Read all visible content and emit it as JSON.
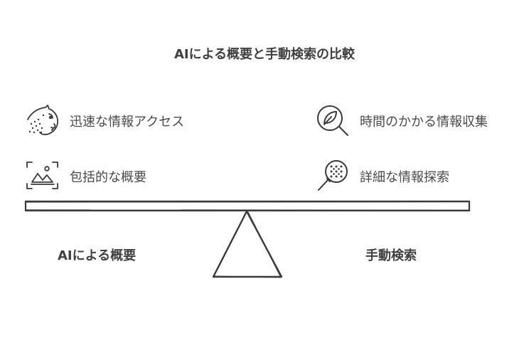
{
  "title": "AIによる概要と手動検索の比較",
  "left": {
    "label": "AIによる概要",
    "items": [
      {
        "icon": "cheetah-icon",
        "text": "迅速な情報アクセス"
      },
      {
        "icon": "image-frame-icon",
        "text": "包括的な概要"
      }
    ]
  },
  "right": {
    "label": "手動検索",
    "items": [
      {
        "icon": "magnifier-leaf-icon",
        "text": "時間のかかる情報収集"
      },
      {
        "icon": "magnifier-dots-icon",
        "text": "詳細な情報探索"
      }
    ]
  }
}
